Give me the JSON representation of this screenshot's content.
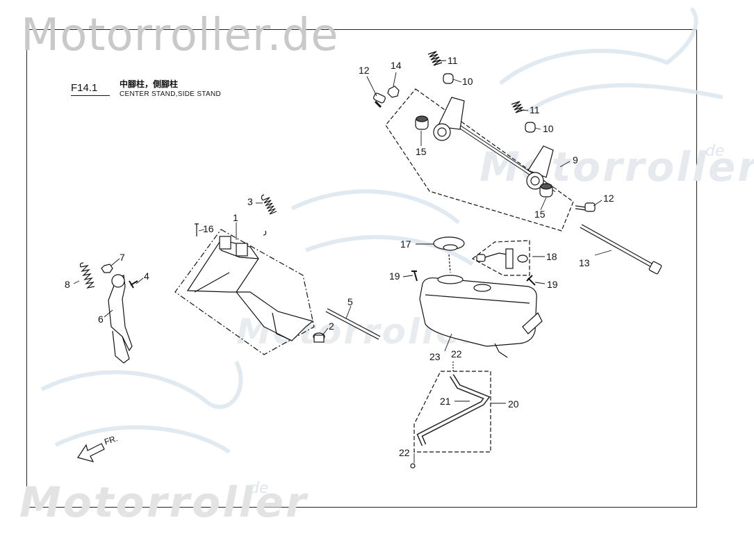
{
  "watermarks": {
    "top": "Motorroller.de",
    "brand": "Motorroller",
    "suffix": ".de"
  },
  "header": {
    "code": "F14.1",
    "title_cn": "中腳柱，側腳柱",
    "title_en": "CENTER STAND,SIDE STAND"
  },
  "direction_label": "FR.",
  "callouts": [
    "1",
    "2",
    "3",
    "4",
    "5",
    "6",
    "7",
    "8",
    "9",
    "10",
    "10",
    "11",
    "11",
    "12",
    "12",
    "13",
    "14",
    "15",
    "15",
    "16",
    "17",
    "18",
    "19",
    "19",
    "20",
    "21",
    "22",
    "22",
    "23"
  ],
  "icons": [
    "front-direction-arrow-icon",
    "scooter-watermark-icon"
  ]
}
